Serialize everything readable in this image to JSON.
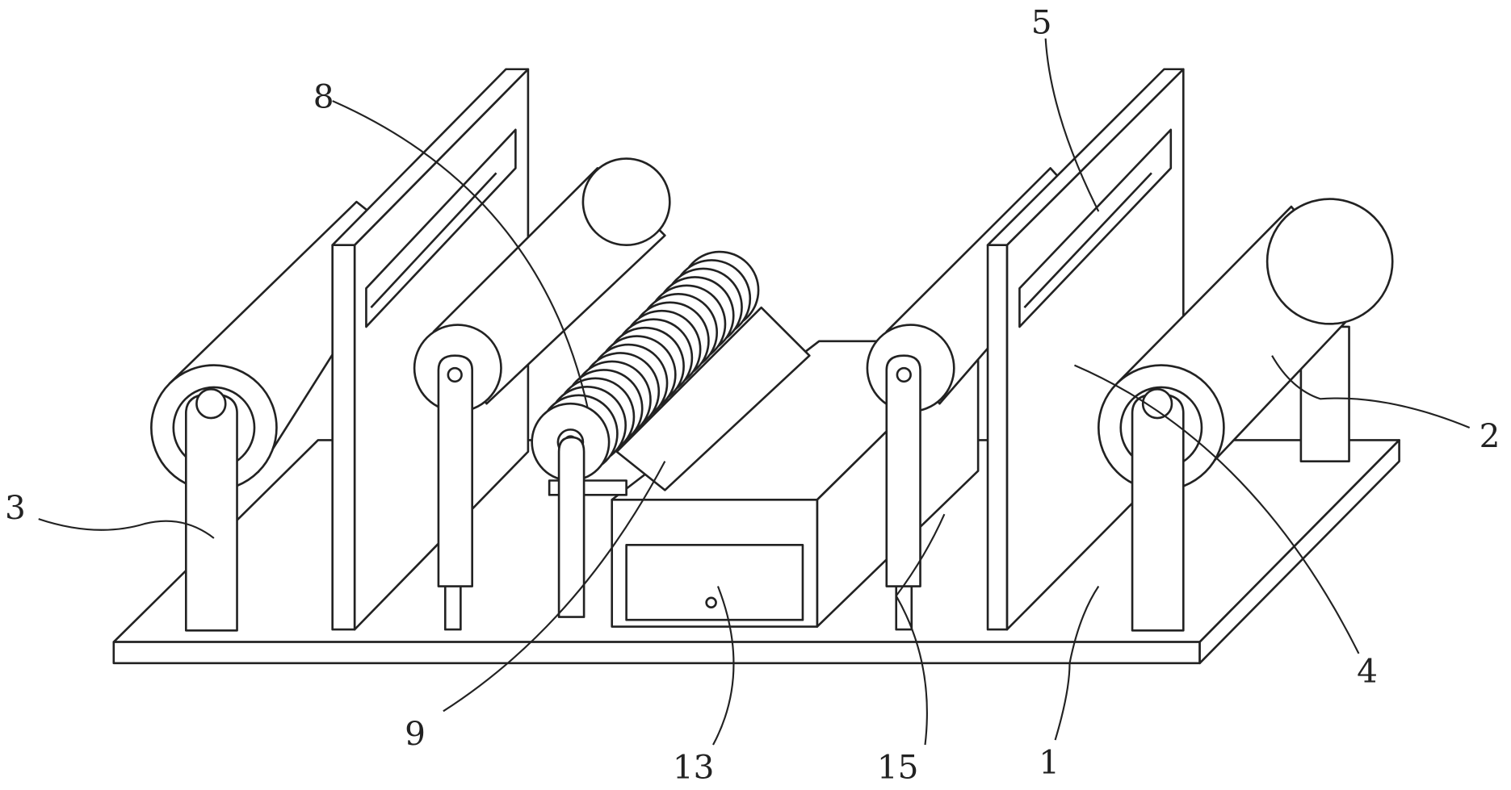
{
  "figure": {
    "labels": {
      "base": "1",
      "roller_right": "2",
      "roller_left": "3",
      "support": "4",
      "frame_plate": "5",
      "roller_guide": "8",
      "brush_roller": "9",
      "control_box": "13",
      "side_support": "15"
    }
  }
}
